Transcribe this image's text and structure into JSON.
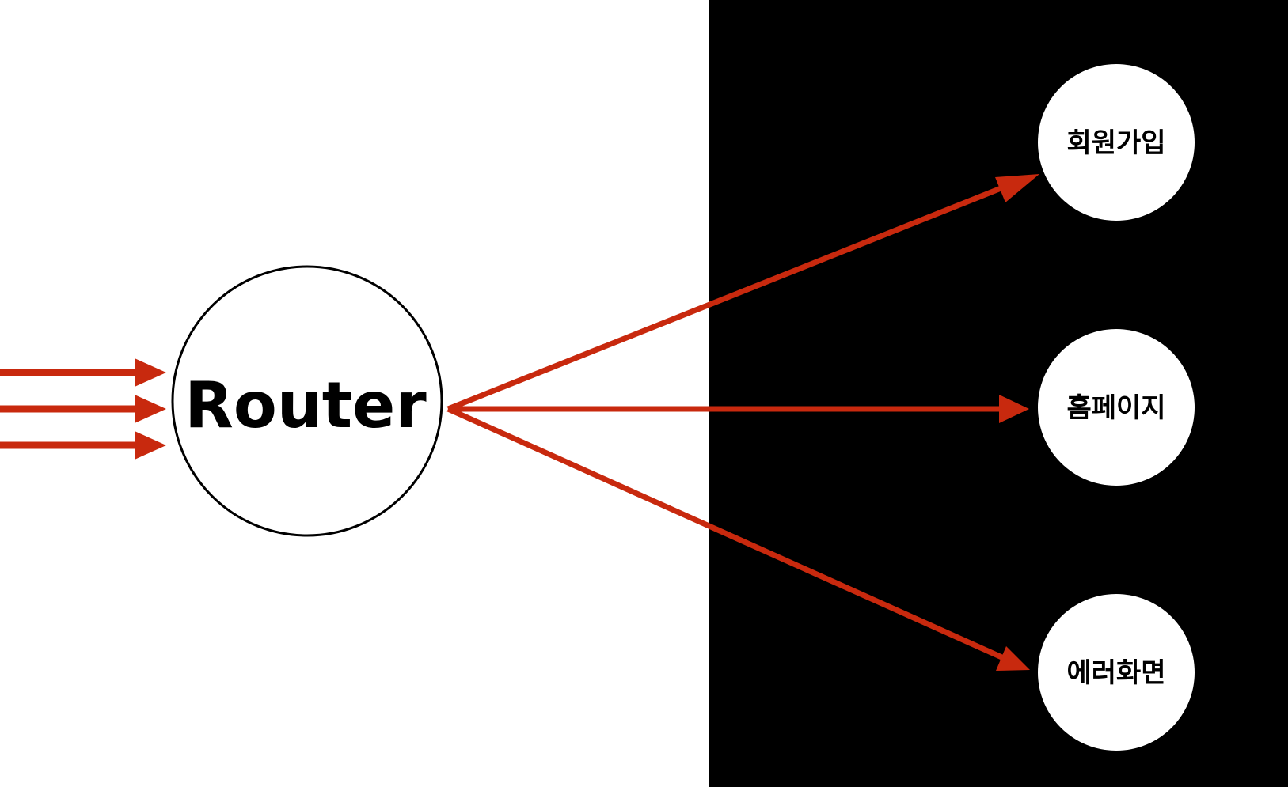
{
  "colors": {
    "background": "#ffffff",
    "panel": "#000000",
    "arrow": "#c8290e",
    "node_fill": "#ffffff",
    "node_stroke": "#000000",
    "text": "#000000"
  },
  "router": {
    "label": "Router"
  },
  "destinations": [
    {
      "label": "회원가입"
    },
    {
      "label": "홈페이지"
    },
    {
      "label": "에러화면"
    }
  ],
  "incoming_arrow_count": 3
}
